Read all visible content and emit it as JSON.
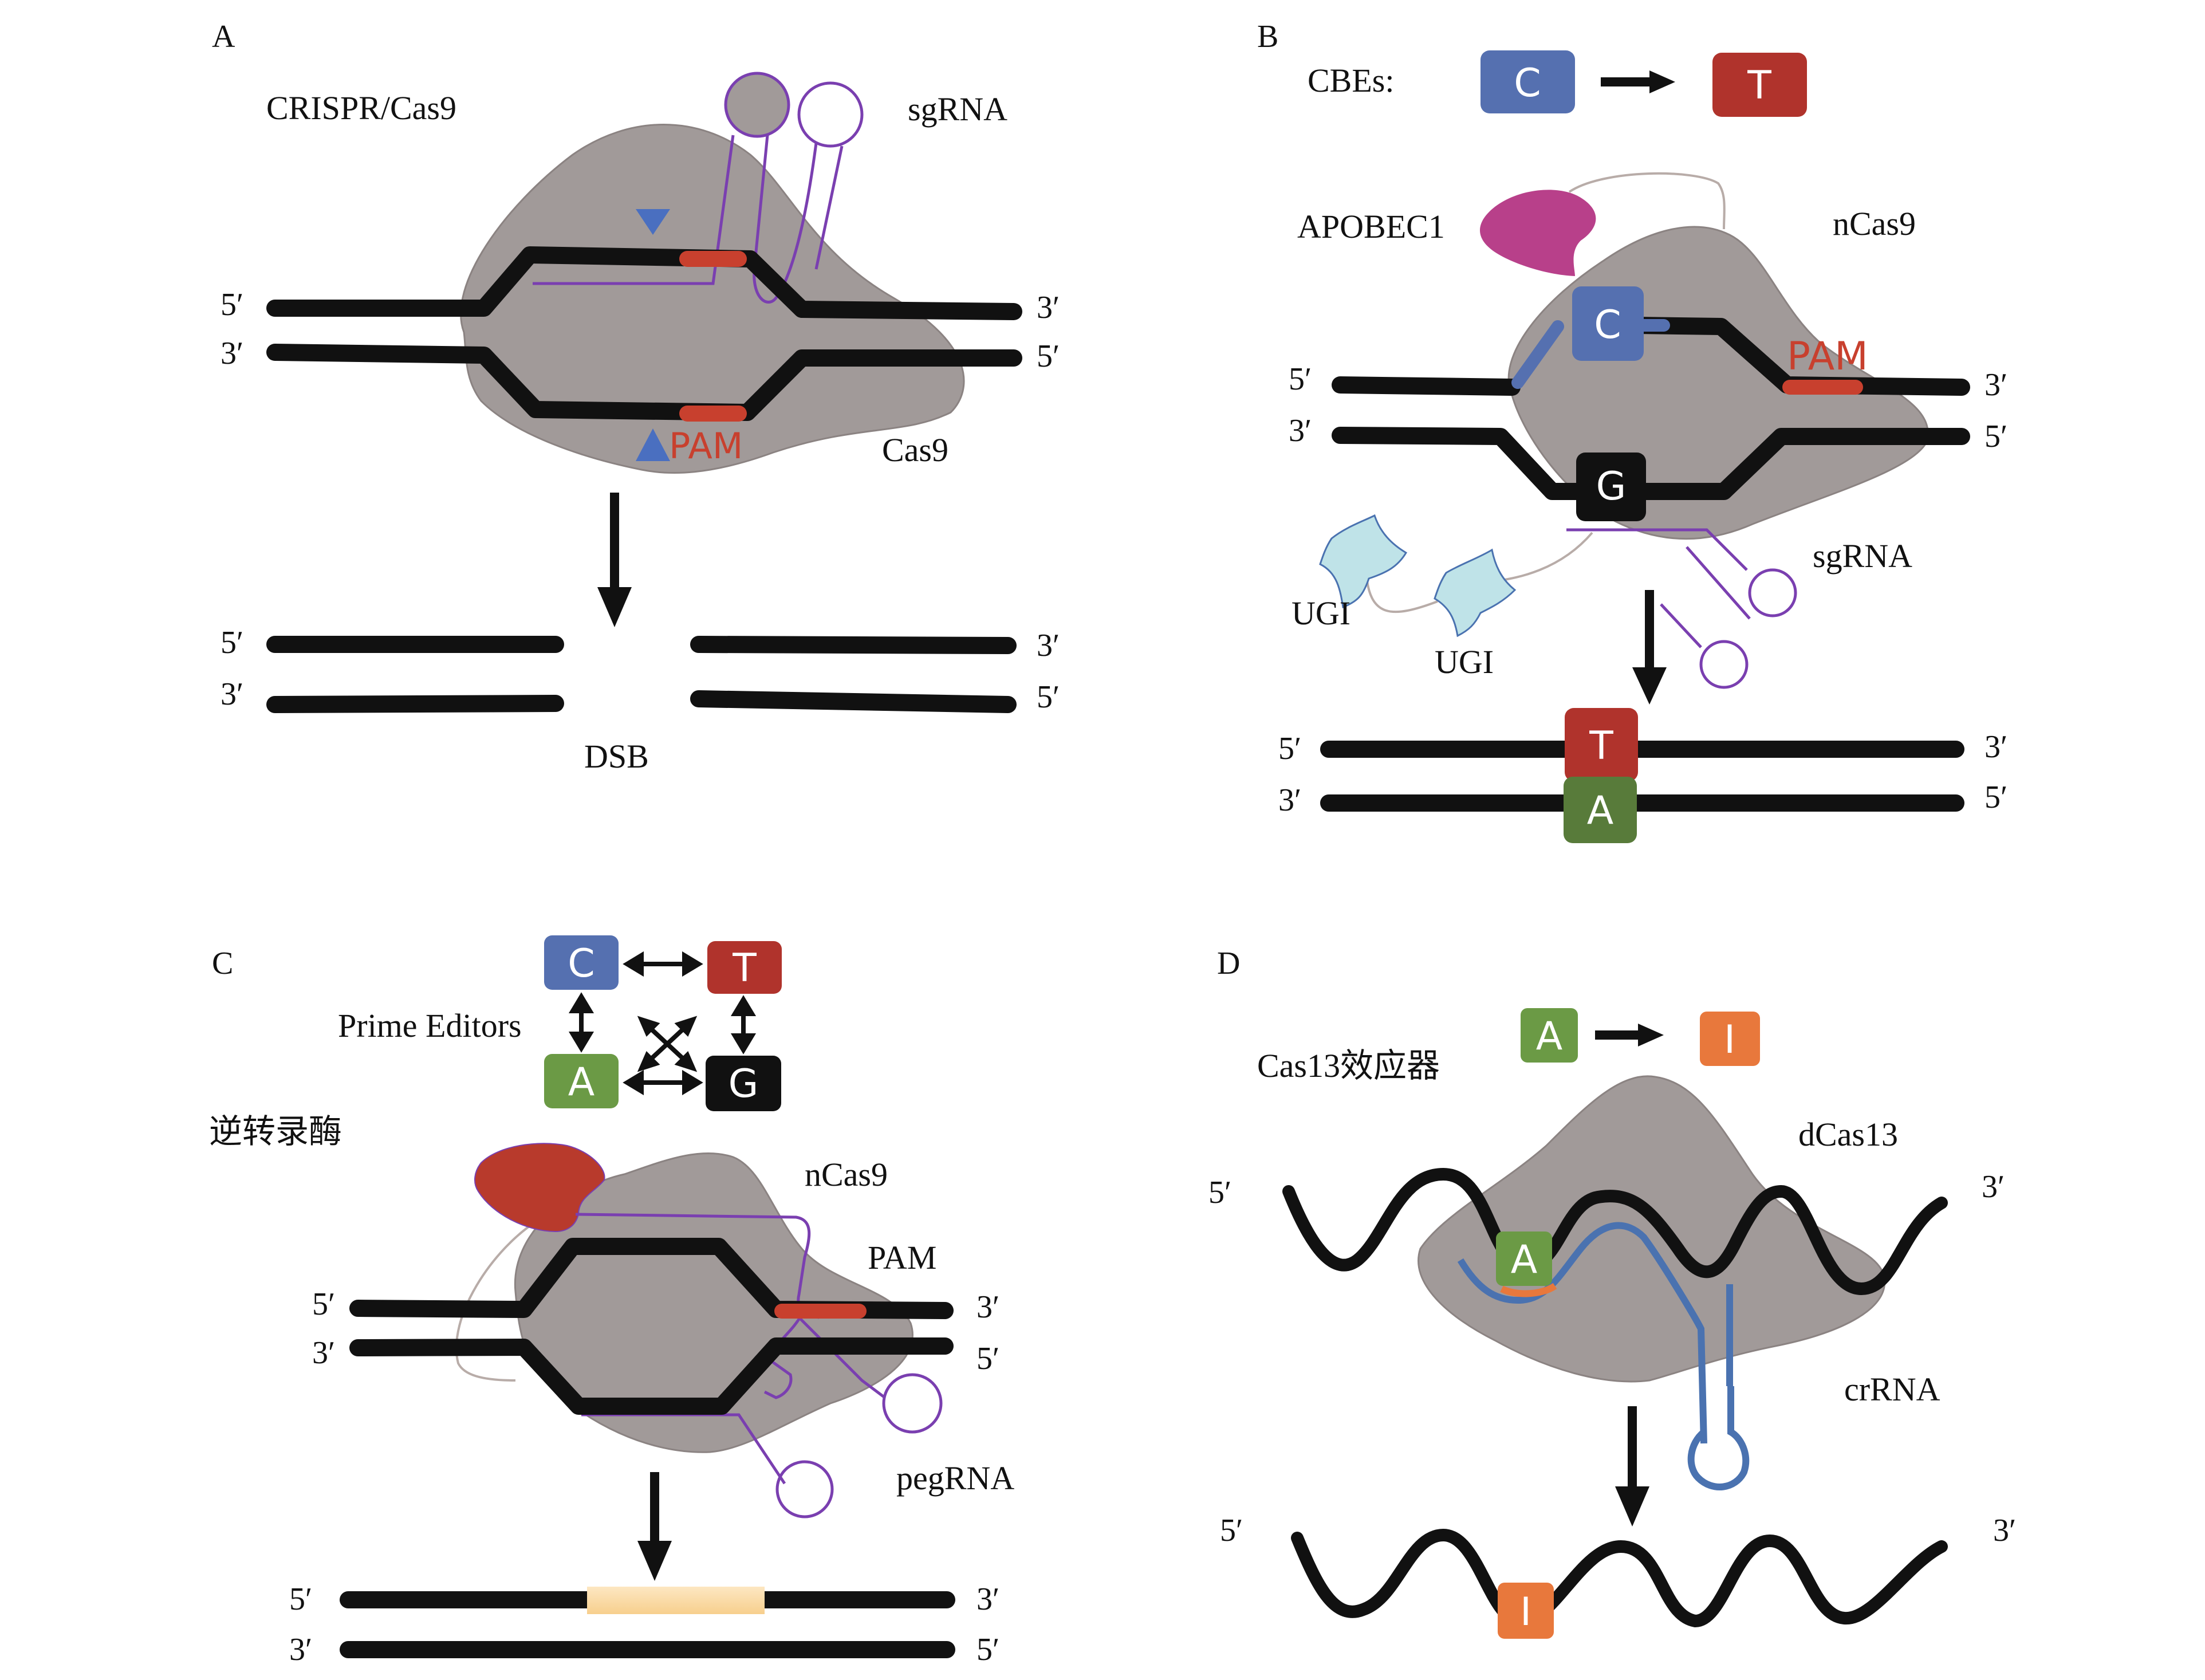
{
  "figure": {
    "panels": {
      "A": {
        "label": "A",
        "title": "CRISPR/Cas9",
        "sgrna_label": "sgRNA",
        "protein_label": "Cas9",
        "pam_label": "PAM",
        "result_label": "DSB",
        "ends_top": {
          "left_upper": "5′",
          "left_lower": "3′",
          "right_upper": "3′",
          "right_lower": "5′"
        },
        "ends_bottom": {
          "left_upper": "5′",
          "left_lower": "3′",
          "right_upper": "3′",
          "right_lower": "5′"
        }
      },
      "B": {
        "label": "B",
        "editor_label": "CBEs:",
        "conversion": {
          "from": "C",
          "to": "T"
        },
        "deaminase_label": "APOBEC1",
        "protein_label": "nCas9",
        "pam_label": "PAM",
        "sgrna_label": "sgRNA",
        "ugi_labels": [
          "UGI",
          "UGI"
        ],
        "bases_top": {
          "upper": "C",
          "lower": "G"
        },
        "bases_bottom": {
          "upper": "T",
          "lower": "A"
        },
        "ends_top": {
          "left_upper": "5′",
          "left_lower": "3′",
          "right_upper": "3′",
          "right_lower": "5′"
        },
        "ends_bottom": {
          "left_upper": "5′",
          "left_lower": "3′",
          "right_upper": "3′",
          "right_lower": "5′"
        }
      },
      "C": {
        "label": "C",
        "editor_label": "Prime Editors",
        "bases_grid": [
          "C",
          "T",
          "A",
          "G"
        ],
        "enzyme_label": "逆转录酶",
        "protein_label": "nCas9",
        "pam_label": "PAM",
        "pegrna_label": "pegRNA",
        "ends_top": {
          "left_upper": "5′",
          "left_lower": "3′",
          "right_upper": "3′",
          "right_lower": "5′"
        },
        "ends_bottom": {
          "left_upper": "5′",
          "left_lower": "3′",
          "right_upper": "3′",
          "right_lower": "5′"
        }
      },
      "D": {
        "label": "D",
        "editor_label": "Cas13效应器",
        "conversion": {
          "from": "A",
          "to": "I"
        },
        "protein_label": "dCas13",
        "crrna_label": "crRNA",
        "base_top": "A",
        "base_bottom": "I",
        "ends_top": {
          "left": "5′",
          "right": "3′"
        },
        "ends_bottom": {
          "left": "5′",
          "right": "3′"
        }
      }
    },
    "colors": {
      "protein": "#a19a99",
      "C": "#5570b0",
      "T": "#b0332c",
      "A": "#6b9a45",
      "G": "#111111",
      "I": "#e8783c",
      "pam": "#c8402e",
      "apobec": "#b8408a",
      "rt": "#b83a2c",
      "ugi": "#bfe3e8",
      "rna": "#7a3fb0",
      "crrna": "#4a72b0",
      "edit_highlight": "#f8d9a0"
    }
  }
}
